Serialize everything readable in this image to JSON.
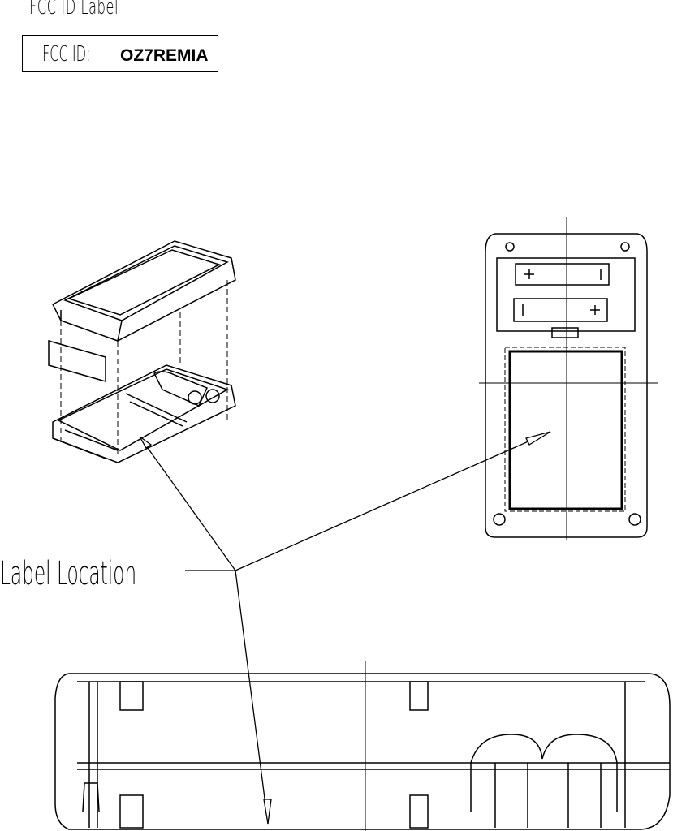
{
  "header": {
    "title": "FCC ID Label"
  },
  "label": {
    "prefix": "FCC ID:",
    "id": "OZ7REMIA"
  },
  "callout": {
    "text": "Label Location"
  }
}
